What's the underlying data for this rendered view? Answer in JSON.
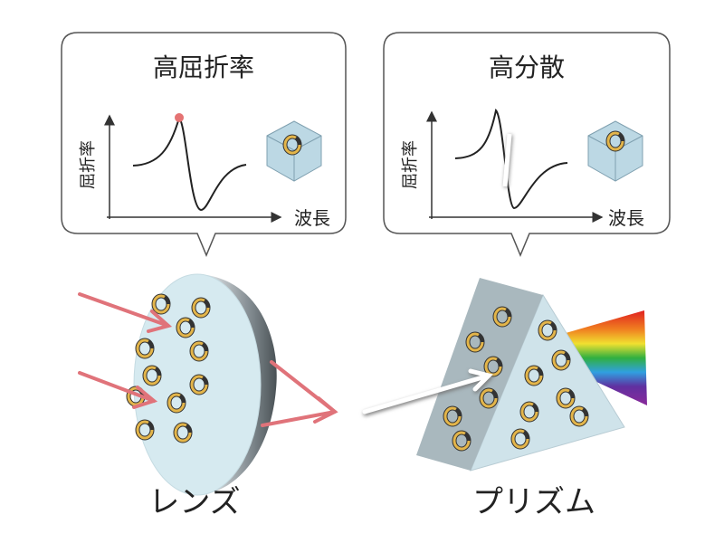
{
  "panels": [
    {
      "title": "高屈折率",
      "y_label": "屈折率",
      "x_label": "波長",
      "marker_color": "#e57373"
    },
    {
      "title": "高分散",
      "y_label": "屈折率",
      "x_label": "波長"
    }
  ],
  "objects": {
    "lens_label": "レンズ",
    "prism_label": "プリズム"
  },
  "colors": {
    "arrow": "#e0737a",
    "glass": "#d6eaf0",
    "ring": "#d9a93a"
  }
}
